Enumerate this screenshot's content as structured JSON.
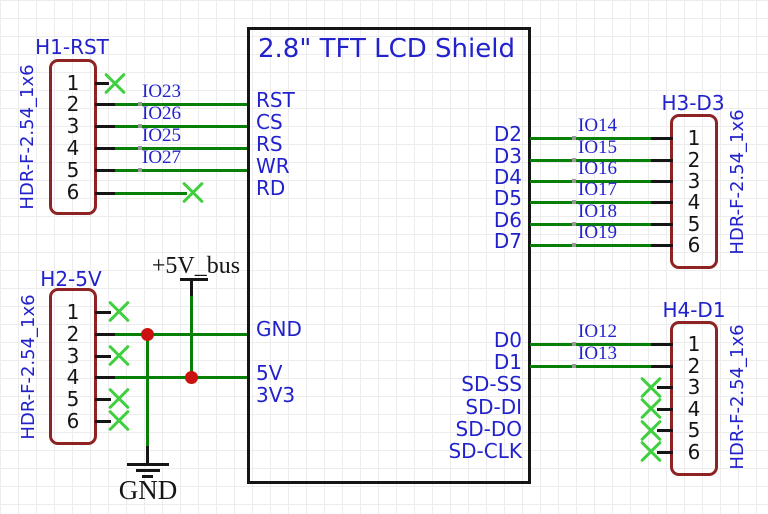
{
  "schematic": {
    "chip": {
      "title": "2.8\" TFT LCD Shield",
      "pins_left_top": [
        "RST",
        "CS",
        "RS",
        "WR",
        "RD"
      ],
      "pins_left_bottom": [
        "GND",
        "5V",
        "3V3"
      ],
      "pins_right_top": [
        "D2",
        "D3",
        "D4",
        "D5",
        "D6",
        "D7"
      ],
      "pins_right_bottom": [
        "D0",
        "D1",
        "SD-SS",
        "SD-DI",
        "SD-DO",
        "SD-CLK"
      ]
    },
    "headers": {
      "h1": {
        "name": "H1-RST",
        "part": "HDR-F-2.54_1x6",
        "pins": [
          "1",
          "2",
          "3",
          "4",
          "5",
          "6"
        ]
      },
      "h2": {
        "name": "H2-5V",
        "part": "HDR-F-2.54_1x6",
        "pins": [
          "1",
          "2",
          "3",
          "4",
          "5",
          "6"
        ]
      },
      "h3": {
        "name": "H3-D3",
        "part": "HDR-F-2.54_1x6",
        "pins": [
          "1",
          "2",
          "3",
          "4",
          "5",
          "6"
        ]
      },
      "h4": {
        "name": "H4-D1",
        "part": "HDR-F-2.54_1x6",
        "pins": [
          "1",
          "2",
          "3",
          "4",
          "5",
          "6"
        ]
      }
    },
    "net_labels": {
      "h1": [
        "IO23",
        "IO26",
        "IO25",
        "IO27"
      ],
      "h3": [
        "IO14",
        "IO15",
        "IO16",
        "IO17",
        "IO18",
        "IO19"
      ],
      "h4": [
        "IO12",
        "IO13"
      ]
    },
    "power": {
      "bus": "+5V_bus",
      "ground": "GND"
    },
    "colors": {
      "wire": "#088008",
      "component_outline": "#8E2323",
      "text_blue": "#2222CC",
      "no_connect": "#3FCF3F",
      "junction": "#CC1111",
      "black": "#151515"
    }
  }
}
